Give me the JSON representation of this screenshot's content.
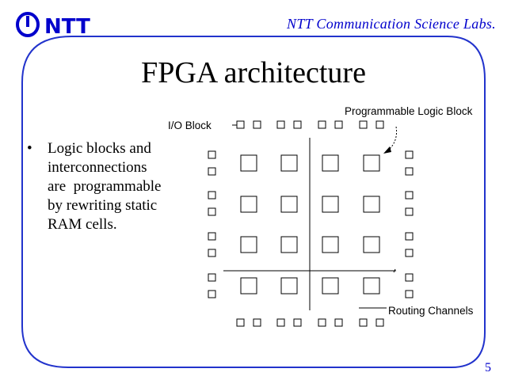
{
  "header": {
    "logo_text": "NTT",
    "lab_name": "NTT Communication Science Labs."
  },
  "slide": {
    "title": "FPGA architecture",
    "bullets": [
      {
        "lines": [
          "Logic blocks and",
          "interconnections",
          "are  programmable",
          "by rewriting static",
          "RAM cells."
        ]
      }
    ],
    "page_number": "5"
  },
  "diagram": {
    "labels": {
      "io_block": "I/O Block",
      "programmable_logic_block": "Programmable Logic Block",
      "routing_channels": "Routing Channels"
    },
    "logic_grid": {
      "rows": 4,
      "cols": 4
    },
    "io_pads_per_block_side": 2
  },
  "colors": {
    "brand_blue": "#0000cc",
    "frame_blue": "#2233cc",
    "text": "#000000"
  }
}
